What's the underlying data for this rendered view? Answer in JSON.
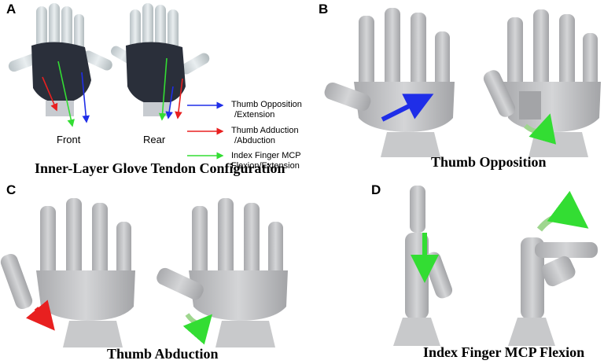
{
  "panels": {
    "a": {
      "letter": "A",
      "front_label": "Front",
      "rear_label": "Rear",
      "caption": "Inner-Layer Glove Tendon Configuration",
      "legend": [
        {
          "line1": "Thumb Opposition",
          "line2": "/Extension",
          "color": "#1f2ee8"
        },
        {
          "line1": "Thumb Adduction",
          "line2": "/Abduction",
          "color": "#e82020"
        },
        {
          "line1": "Index Finger MCP",
          "line2": "Flexion/Extension",
          "color": "#33dd33"
        }
      ]
    },
    "b": {
      "letter": "B",
      "caption": "Thumb Opposition"
    },
    "c": {
      "letter": "C",
      "caption": "Thumb Abduction"
    },
    "d": {
      "letter": "D",
      "caption": "Index Finger MCP Flexion"
    }
  },
  "colors": {
    "hand_gray": "#bfc0c2",
    "glove_dark": "#2a2f3a",
    "blue_arrow": "#1f2ee8",
    "red_arrow": "#e82020",
    "green_arrow": "#33dd33",
    "light_green_arrow": "#9fd68f"
  }
}
